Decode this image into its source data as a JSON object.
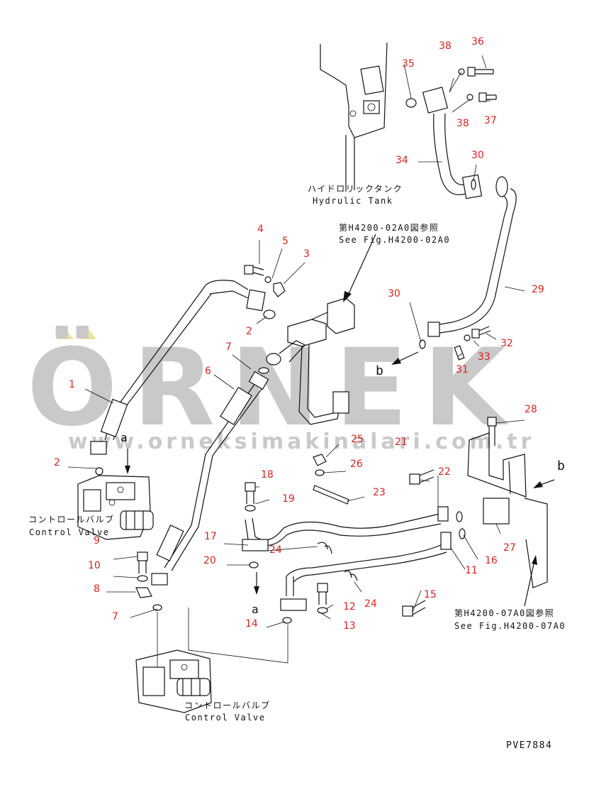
{
  "watermark": {
    "brand": "ÖRNEK",
    "url": "www.orneksimakinalari.com.tr",
    "color": "#c9c9c9",
    "accent": "#f0e28a"
  },
  "labels": {
    "tank_jp": "ハイドロリックタンク",
    "tank_en": "Hydrulic Tank",
    "ref_02_jp": "第H4200-02A0図参照",
    "ref_02_en": "See Fig.H4200-02A0",
    "ref_07_jp": "第H4200-07A0図参照",
    "ref_07_en": "See Fig.H4200-07A0",
    "cv_jp": "コントロールバルブ",
    "cv_en": "Control Valve",
    "marker_a": "a",
    "marker_b": "b",
    "drawing_no": "PVE7884"
  },
  "callouts": [
    "1",
    "2",
    "2",
    "3",
    "4",
    "5",
    "6",
    "7",
    "7",
    "8",
    "9",
    "10",
    "11",
    "12",
    "13",
    "14",
    "15",
    "16",
    "17",
    "18",
    "19",
    "20",
    "21",
    "22",
    "23",
    "24",
    "24",
    "25",
    "26",
    "27",
    "28",
    "29",
    "30",
    "30",
    "31",
    "32",
    "33",
    "34",
    "35",
    "36",
    "37",
    "38",
    "38"
  ],
  "colors": {
    "callout": "#d8231f",
    "line": "#111111"
  }
}
